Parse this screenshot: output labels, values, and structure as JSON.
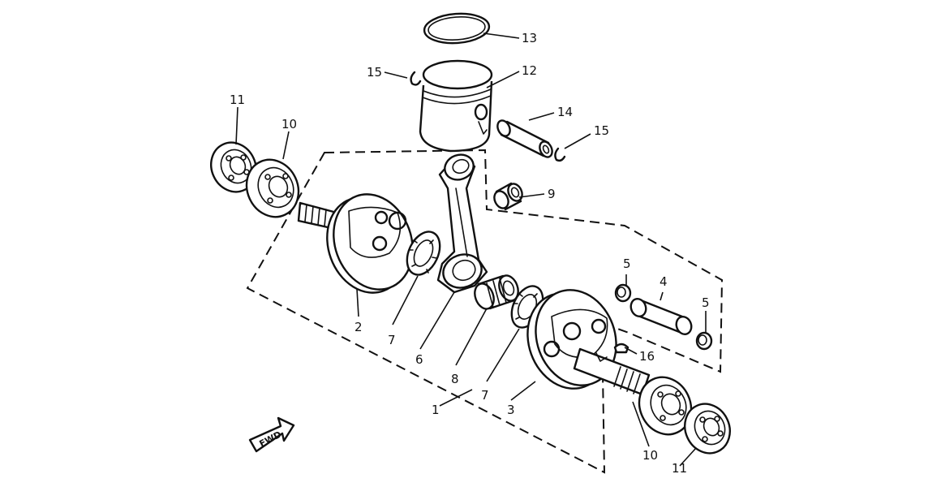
{
  "labels": {
    "p1": "1",
    "p2": "2",
    "p3": "3",
    "p4": "4",
    "p5a": "5",
    "p5b": "5",
    "p6": "6",
    "p7a": "7",
    "p7b": "7",
    "p8": "8",
    "p9": "9",
    "p10a": "10",
    "p10b": "10",
    "p11a": "11",
    "p11b": "11",
    "p12": "12",
    "p13": "13",
    "p14": "14",
    "p15a": "15",
    "p15b": "15",
    "p16": "16"
  },
  "fwd_text": "FWD"
}
